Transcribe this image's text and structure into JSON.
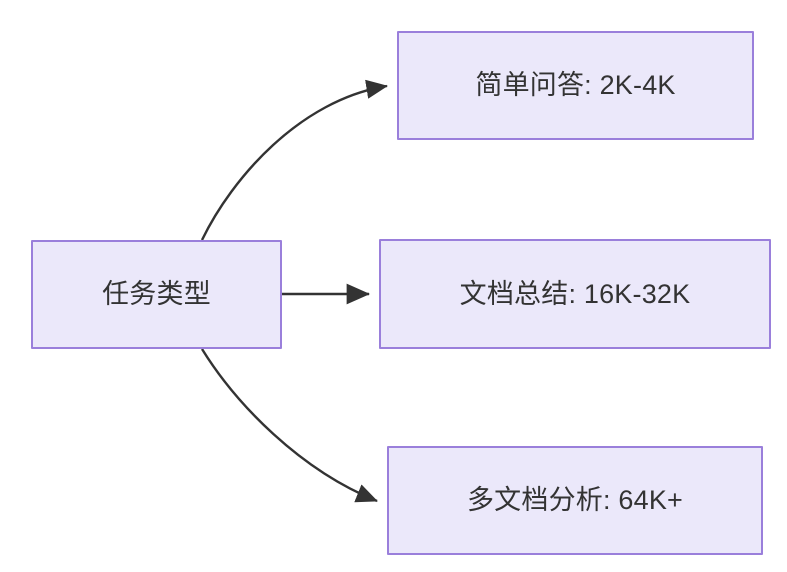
{
  "diagram": {
    "title": "任务类型",
    "background_color": "#ffffff",
    "node_fill_color": "#ebe8fa",
    "node_border_color": "#9a7fdb",
    "text_color": "#333333",
    "edge_color": "#333333",
    "nodes": [
      {
        "id": "source",
        "label": "任务类型"
      },
      {
        "id": "simple_qa",
        "label": "简单问答: 2K-4K"
      },
      {
        "id": "doc_summary",
        "label": "文档总结: 16K-32K"
      },
      {
        "id": "multi_doc",
        "label": "多文档分析: 64K+"
      }
    ],
    "edges": [
      {
        "from": "source",
        "to": "simple_qa",
        "label": "",
        "style": "curved-arrow"
      },
      {
        "from": "source",
        "to": "doc_summary",
        "label": "",
        "style": "straight-arrow"
      },
      {
        "from": "source",
        "to": "multi_doc",
        "label": "",
        "style": "curved-arrow"
      }
    ]
  }
}
